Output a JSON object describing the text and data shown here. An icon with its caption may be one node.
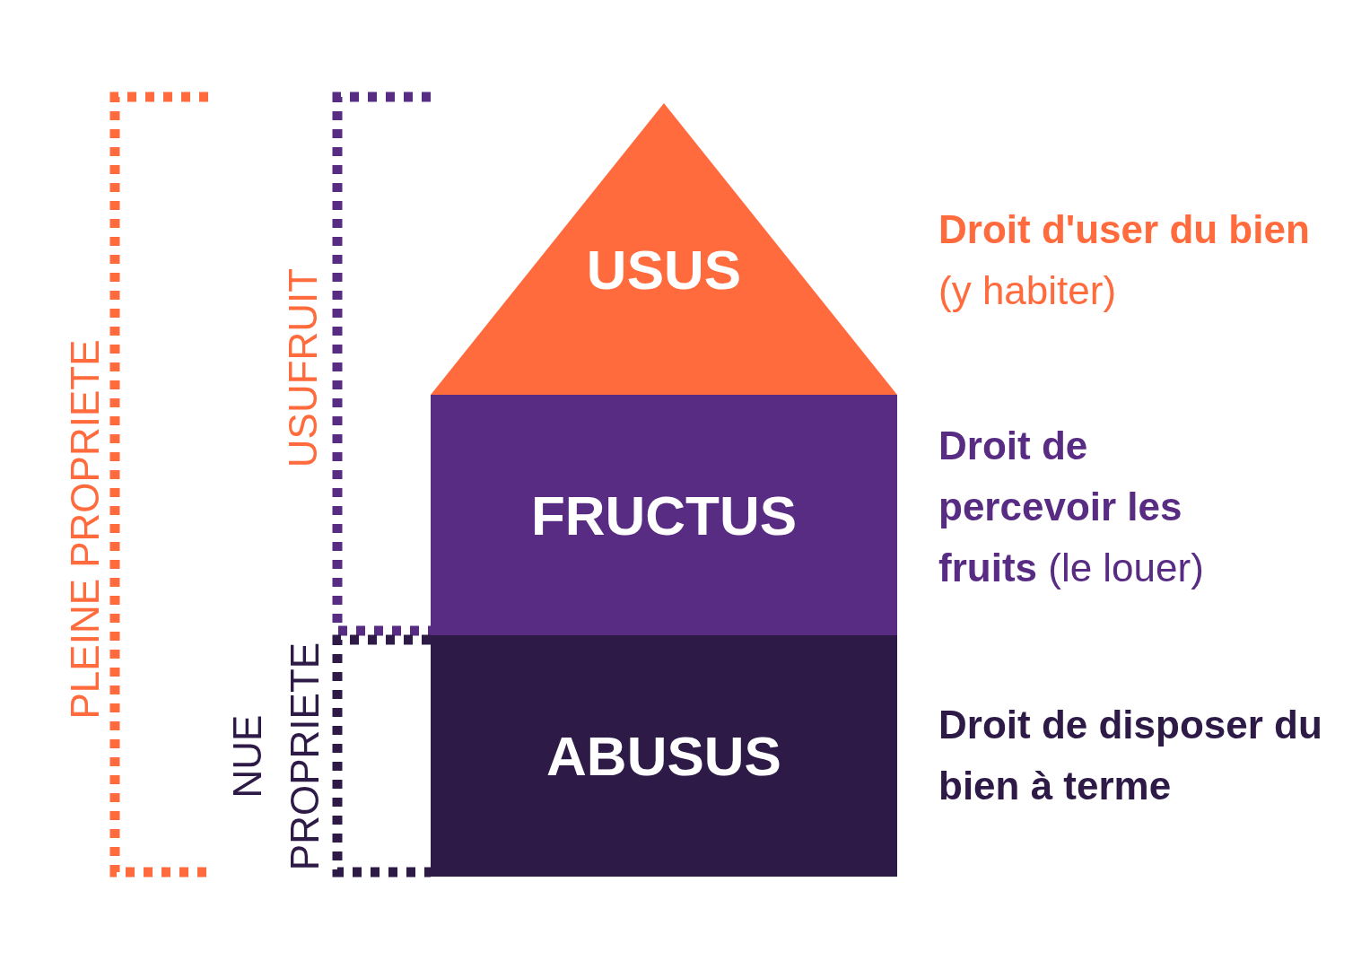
{
  "diagram": {
    "nodes": [
      {
        "text": [
          "USUS"
        ],
        "beside": [
          "**Droit d'user du bien** (y habiter)"
        ]
      },
      {
        "text": [
          "FRUCTUS"
        ],
        "beside": [
          "**Droit de percevoir les fruits** (le louer)"
        ]
      },
      {
        "text": [
          "ABUSUS"
        ],
        "beside": [
          "Droit de disposer du bien à terme"
        ]
      }
    ],
    "labels": [
      "PLEINE PROPRIETE",
      "USUFRUIT",
      "NUE PROPRIETE"
    ]
  }
}
